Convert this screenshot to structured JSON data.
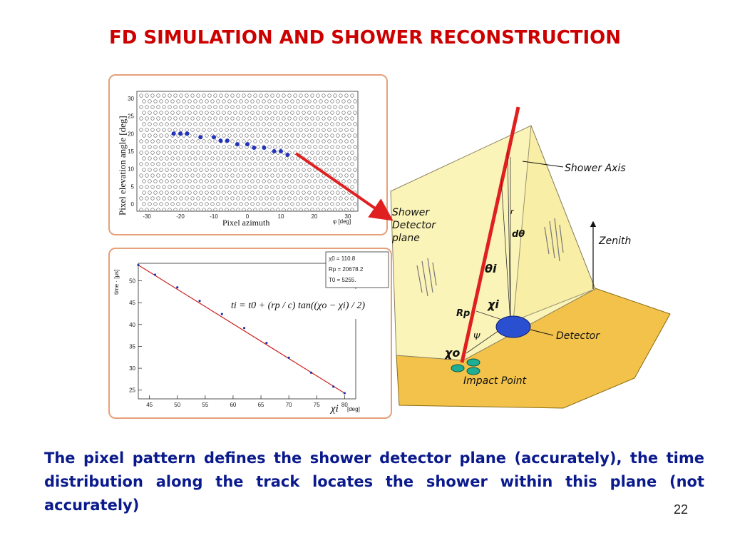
{
  "slide": {
    "title": "FD SIMULATION AND SHOWER RECONSTRUCTION",
    "caption": "The pixel pattern defines the shower detector plane (accurately), the time distribution along the track locates the shower within this plane (not accurately)",
    "page_number": "22"
  },
  "pixel_plot": {
    "ylabel": "Pixel elevation angle [deg]",
    "xlabel": "Pixel azimuth",
    "x_unit": "φ [deg]",
    "x_ticks": [
      "-30",
      "-20",
      "-10",
      "0",
      "10",
      "20",
      "30"
    ],
    "y_ticks": [
      "0",
      "5",
      "10",
      "15",
      "20",
      "25",
      "30"
    ]
  },
  "time_plot": {
    "ylabel": "time · [μs]",
    "xlabel": "χi",
    "x_unit": "[deg]",
    "x_ticks": [
      "45",
      "50",
      "55",
      "60",
      "65",
      "70",
      "75",
      "80"
    ],
    "y_ticks": [
      "25",
      "30",
      "35",
      "40",
      "45",
      "50"
    ],
    "fit_box": [
      "χ0 = 110.8",
      "Rp = 20678.2",
      "T0 = 5255."
    ],
    "formula": "ti = t0 + (rp / c) tan((χo − χi) / 2)"
  },
  "chart_data": {
    "type": "scatter",
    "xlabel": "χi [deg]",
    "ylabel": "time [μs]",
    "xlim": [
      43,
      82
    ],
    "ylim": [
      23,
      54
    ],
    "x": [
      43,
      46,
      50,
      54,
      58,
      62,
      66,
      70,
      74,
      78,
      80
    ],
    "y": [
      53.6,
      51.4,
      48.5,
      45.4,
      42.4,
      39.2,
      35.8,
      32.4,
      29.0,
      25.8,
      24.3
    ]
  },
  "diagram": {
    "labels": {
      "shower_axis": "Shower Axis",
      "sdp": [
        "Shower",
        "Detector",
        "plane"
      ],
      "zenith": "Zenith",
      "detector": "Detector",
      "impact_point": "Impact Point",
      "theta": "θi",
      "dtheta": "dθ",
      "chi_i": "χi",
      "chi_o": "χo",
      "rp": "Rp",
      "r": "r",
      "psi": "Ψ"
    }
  },
  "colors": {
    "title": "#cc0000",
    "caption": "#0a1a8c",
    "panel_border": "#e6a07a",
    "plane": "#fbf4b8",
    "ground": "#f2c24a",
    "axis_line": "#e02020",
    "detector": "#2b4fd1"
  }
}
